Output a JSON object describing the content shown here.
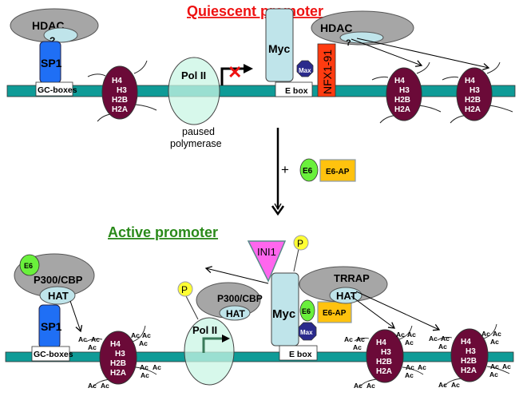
{
  "colors": {
    "dna": "#0f9b97",
    "histone": "#6b0a38",
    "hdac": "#a6a6a6",
    "sub_domain": "#bfe4ea",
    "sp1": "#1f6ff5",
    "pol2": "#c9f5e4",
    "myc": "#bfe4ea",
    "max": "#2a2a8c",
    "nfx": "#ff3b10",
    "e6": "#6af03c",
    "e6ap": "#ffc20e",
    "ini1": "#ff66ee",
    "phospho": "#ffff33",
    "quiescent_title": "#ee1111",
    "active_title": "#2a8a1a",
    "block_x": "#ee1111"
  },
  "quiescent": {
    "title": "Quiescent promoter",
    "hdac_left": "HDAC",
    "hdac_left_question": "?",
    "sp1": "SP1",
    "gc_boxes": "GC-boxes",
    "pol2": "Pol II",
    "pol2_caption_line1": "paused",
    "pol2_caption_line2": "polymerase",
    "blocked_symbol": "✕",
    "myc": "Myc",
    "max": "Max",
    "ebox": "E box",
    "nfx": "NFX1-91",
    "hdac_right": "HDAC",
    "hdac_right_question": "?",
    "histones": [
      "H4",
      "H3",
      "H2B",
      "H2A"
    ]
  },
  "transition": {
    "plus": "+",
    "e6": "E6",
    "e6ap": "E6-AP"
  },
  "active": {
    "title": "Active promoter",
    "e6_left": "E6",
    "p300_left": "P300/CBP",
    "hat_left": "HAT",
    "sp1": "SP1",
    "gc_boxes": "GC-boxes",
    "phospho_pol2": "P",
    "pol2": "Pol II",
    "p300_mid": "P300/CBP",
    "hat_mid": "HAT",
    "ini1": "INI1",
    "phospho_myc": "P",
    "myc": "Myc",
    "e6": "E6",
    "e6ap": "E6-AP",
    "max": "Max",
    "ebox": "E box",
    "trrap": "TRRAP",
    "hat_trrap": "HAT",
    "acetyl": "Ac",
    "histones": [
      "H4",
      "H3",
      "H2B",
      "H2A"
    ]
  }
}
